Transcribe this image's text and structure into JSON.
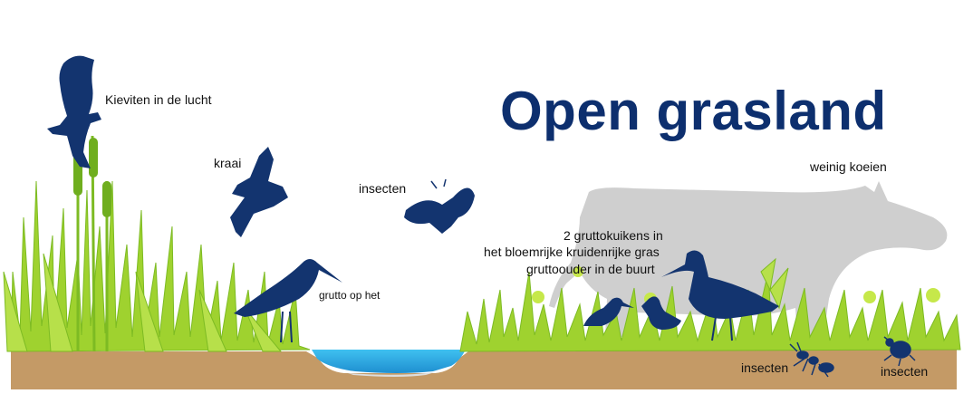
{
  "title": "Open grasland",
  "labels": {
    "kieviten": "Kieviten in de lucht",
    "kraai": "kraai",
    "insecten_butterfly": "insecten",
    "grutto_op_het": "grutto op het",
    "gruttokuikens_line1": "2 gruttokuikens in",
    "gruttokuikens_line2": "het bloemrijke kruidenrijke gras",
    "gruttoouder": "gruttoouder in de buurt",
    "weinig_koeien": "weinig koeien",
    "insecten_ant": "insecten",
    "insecten_beetle": "insecten"
  },
  "colors": {
    "title": "#0d2f6e",
    "silhouette": "#13346f",
    "grass_light": "#9fd22f",
    "grass_dark": "#6fae1e",
    "soil": "#c49a66",
    "water": "#2aa6de",
    "cow": "#cfcfcf"
  },
  "icons": [
    "lapwing-icon",
    "crow-icon",
    "butterfly-icon",
    "godwit-icon",
    "godwit-chick-icon",
    "cow-icon",
    "ant-icon",
    "beetle-icon",
    "cattail-icon",
    "dandelion-icon"
  ]
}
